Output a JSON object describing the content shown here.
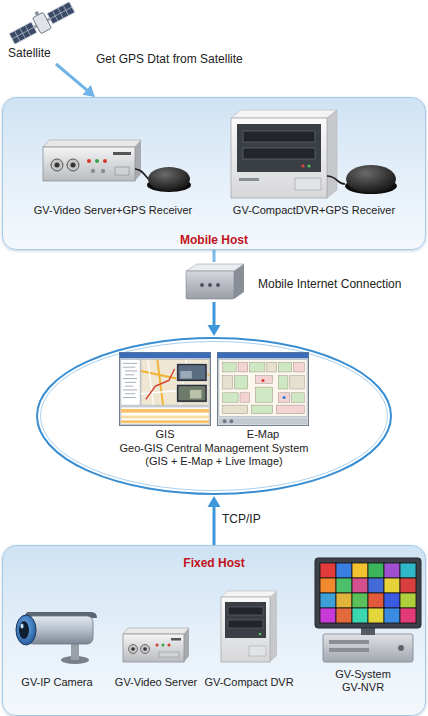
{
  "diagram": {
    "nodes": [
      {
        "text": [
          "Satellite"
        ]
      },
      {
        "text": [
          "Mobile Host"
        ]
      },
      {
        "text": [
          "GV-Video Server+GPS Receiver"
        ],
        "in": 1
      },
      {
        "text": [
          "GV-CompactDVR+GPS Receiver"
        ],
        "in": 1
      },
      {
        "text": [
          "Mobile Internet Connection"
        ]
      },
      {
        "text": [
          "Geo-GIS Central Management System (GIS + E-Map + Live Image)"
        ]
      },
      {
        "text": [
          "GIS"
        ],
        "in": 5
      },
      {
        "text": [
          "E-Map"
        ],
        "in": 5
      },
      {
        "text": [
          "Fixed Host"
        ]
      },
      {
        "text": [
          "GV-IP Camera"
        ],
        "in": 8
      },
      {
        "text": [
          "GV-Video Server"
        ],
        "in": 8
      },
      {
        "text": [
          "GV-Compact DVR"
        ],
        "in": 8
      },
      {
        "text": [
          "GV-System GV-NVR"
        ],
        "in": 8
      }
    ],
    "edges": [
      {
        "from": 0,
        "to": 1,
        "label": "Get GPS Dtat from Satellite",
        "arrow": "to"
      },
      {
        "from": 1,
        "to": 4,
        "arrow": "none"
      },
      {
        "from": 4,
        "to": 5,
        "arrow": "to"
      },
      {
        "from": 8,
        "to": 5,
        "label": "TCP/IP",
        "arrow": "to"
      }
    ]
  }
}
